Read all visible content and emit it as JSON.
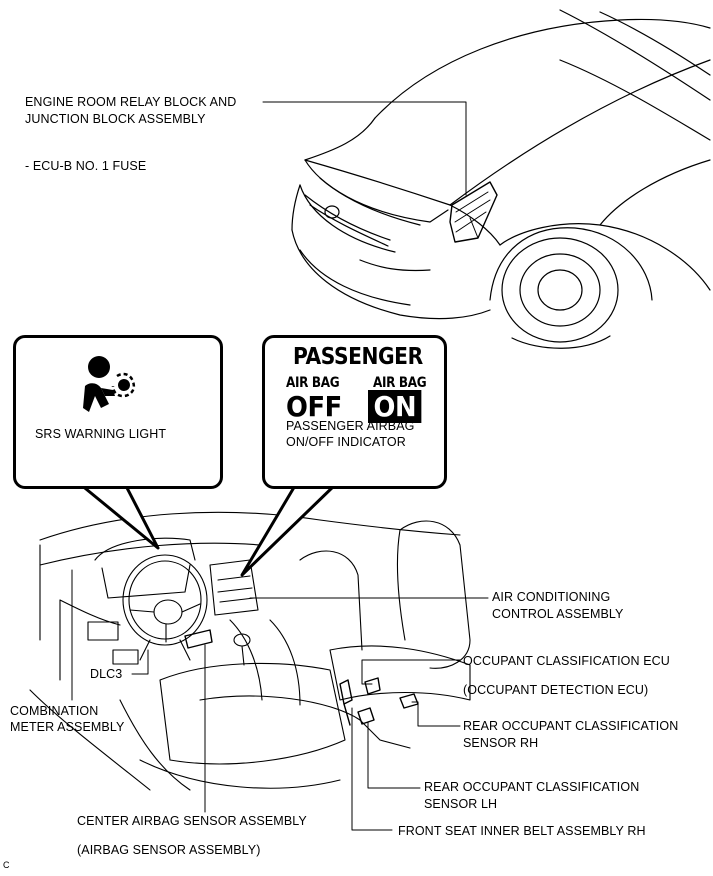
{
  "labels": {
    "engine_room_line1": "ENGINE ROOM RELAY BLOCK AND",
    "engine_room_line2": "JUNCTION BLOCK ASSEMBLY",
    "ecu_fuse": "- ECU-B NO. 1 FUSE",
    "srs_warning_light": "SRS WARNING LIGHT",
    "indicator_line1": "PASSENGER AIRBAG",
    "indicator_line2": "ON/OFF INDICATOR",
    "air_conditioning_line1": "AIR CONDITIONING",
    "air_conditioning_line2": "CONTROL ASSEMBLY",
    "occupant_classification_ecu": "OCCUPANT CLASSIFICATION ECU",
    "occupant_detection_ecu": "(OCCUPANT DETECTION ECU)",
    "dlc3": "DLC3",
    "combination_meter_line1": "COMBINATION",
    "combination_meter_line2": "METER ASSEMBLY",
    "rear_sensor_rh_line1": "REAR OCCUPANT CLASSIFICATION",
    "rear_sensor_rh_line2": "SENSOR RH",
    "rear_sensor_lh_line1": "REAR OCCUPANT CLASSIFICATION",
    "rear_sensor_lh_line2": "SENSOR LH",
    "center_airbag_sensor": "CENTER AIRBAG SENSOR ASSEMBLY",
    "front_seat_belt": "FRONT SEAT INNER BELT ASSEMBLY RH",
    "airbag_sensor_assembly": "(AIRBAG SENSOR ASSEMBLY)",
    "figure_code": "C"
  },
  "indicator_panel": {
    "title": "PASSENGER",
    "left_small": "AIR BAG",
    "left_big": "OFF",
    "right_small": "AIR BAG",
    "right_big": "ON"
  },
  "icons": {
    "srs_symbol": "airbag-warning-icon"
  }
}
